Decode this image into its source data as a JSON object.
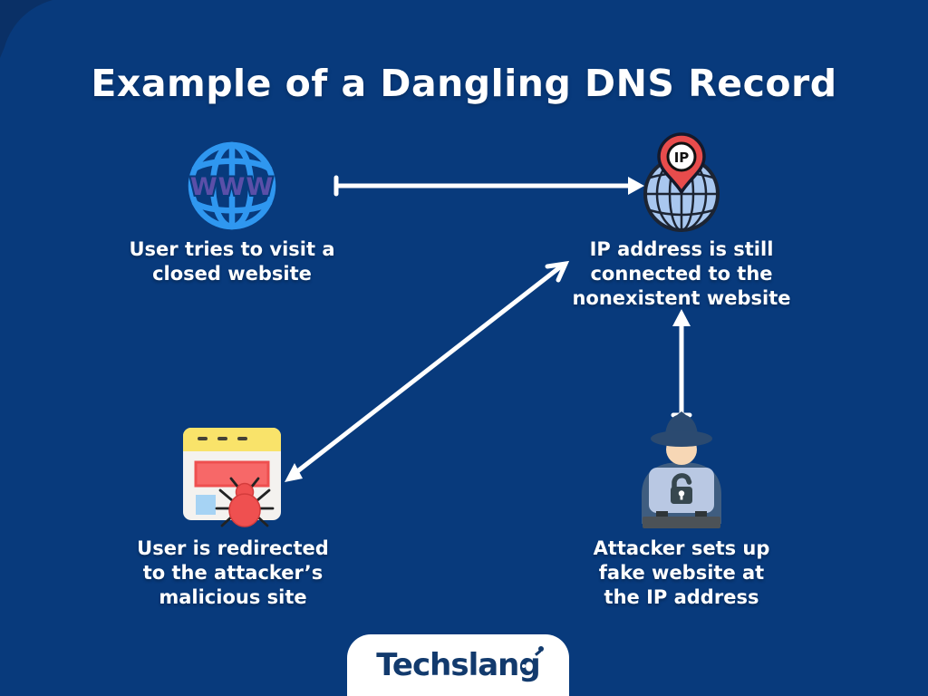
{
  "page": {
    "title": "Example of a Dangling DNS Record",
    "background_color": "#083a7c",
    "text_color": "#ffffff"
  },
  "nodes": {
    "www_globe": {
      "icon": "www-globe-icon",
      "globe_letters": "WWW",
      "label_lines": [
        "User tries to visit a",
        "closed website"
      ]
    },
    "ip_globe": {
      "icon": "ip-location-globe-icon",
      "pin_text": "IP",
      "label_lines": [
        "IP address is still",
        "connected to the",
        "nonexistent website"
      ]
    },
    "browser": {
      "icon": "malicious-site-browser-bug-icon",
      "label_lines": [
        "User is redirected",
        "to the attacker’s",
        "malicious site"
      ]
    },
    "attacker": {
      "icon": "hacker-laptop-icon",
      "label_lines": [
        "Attacker sets up",
        "fake website at",
        "the IP address"
      ]
    }
  },
  "arrows": [
    {
      "name": "arrow-www-to-ip",
      "from": "www_globe",
      "to": "ip_globe",
      "style": "tbar-to-triangle"
    },
    {
      "name": "arrow-ip-to-browser",
      "from": "ip_globe_label",
      "to": "browser",
      "style": "double-headed"
    },
    {
      "name": "arrow-attacker-to-ip",
      "from": "attacker",
      "to": "ip_globe_label",
      "style": "tbar-to-triangle"
    }
  ],
  "brand": {
    "name": "Techslang",
    "name_head": "Techslan",
    "name_tail": "g"
  },
  "colors": {
    "background": "#083a7c",
    "corner_decor": "#0b2f63",
    "arrow": "#ffffff",
    "globe_blue": "#2f97f0",
    "www_purple": "#5a4fa8",
    "ip_globe_fill": "#a9c7ef",
    "ip_globe_line": "#1c2433",
    "pin_red": "#e84c4c",
    "browser_header_yellow": "#f9e36a",
    "banner_red": "#f76868",
    "bug_red": "#ef5050",
    "hacker_dark_blue": "#2b4a70",
    "hacker_body": "#3f5d80",
    "laptop_screen": "#b9c8e3",
    "skin": "#f7d7b5",
    "logo_navy": "#123a6d"
  }
}
